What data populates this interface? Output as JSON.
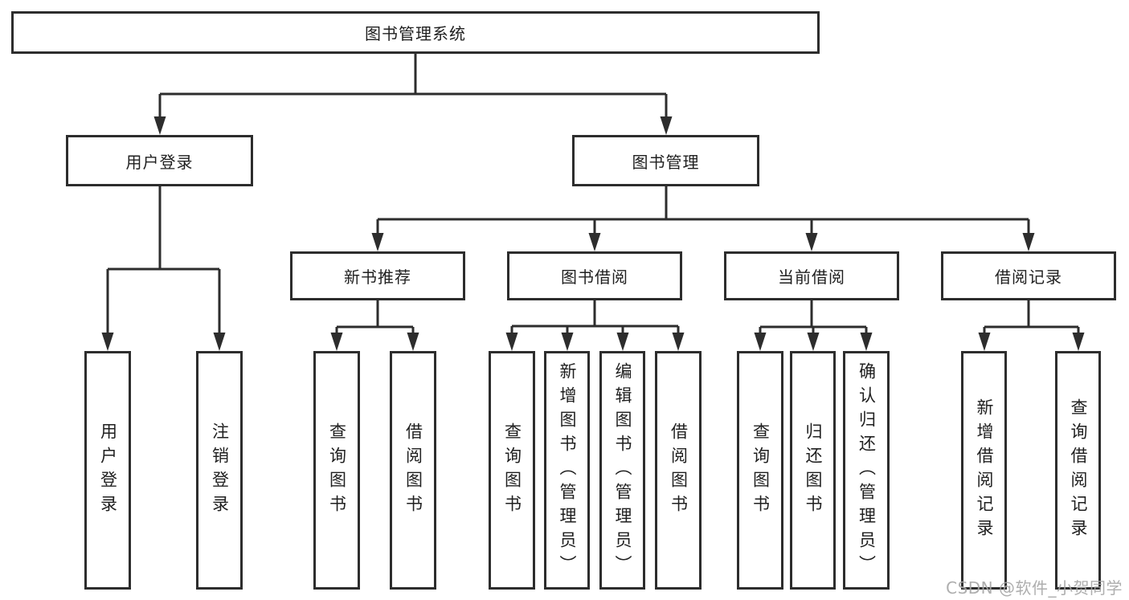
{
  "diagram": {
    "root": {
      "label": "图书管理系统"
    },
    "branches": [
      {
        "label": "用户登录",
        "children": [
          {
            "label": "用户登录"
          },
          {
            "label": "注销登录"
          }
        ]
      },
      {
        "label": "图书管理",
        "children": [
          {
            "label": "新书推荐",
            "children": [
              {
                "label": "查询图书"
              },
              {
                "label": "借阅图书"
              }
            ]
          },
          {
            "label": "图书借阅",
            "children": [
              {
                "label": "查询图书"
              },
              {
                "label": "新增图书（管理员）"
              },
              {
                "label": "编辑图书（管理员）"
              },
              {
                "label": "借阅图书"
              }
            ]
          },
          {
            "label": "当前借阅",
            "children": [
              {
                "label": "查询图书"
              },
              {
                "label": "归还图书"
              },
              {
                "label": "确认归还（管理员）"
              }
            ]
          },
          {
            "label": "借阅记录",
            "children": [
              {
                "label": "新增借阅记录"
              },
              {
                "label": "查询借阅记录"
              }
            ]
          }
        ]
      }
    ]
  },
  "watermark": {
    "text": "CSDN @软件_小贺同学"
  },
  "colors": {
    "line": "#2d2d2d",
    "box_border": "#2d2d2d",
    "text": "#1f1f1f",
    "watermark": "#a5a5a5",
    "background": "#ffffff"
  }
}
